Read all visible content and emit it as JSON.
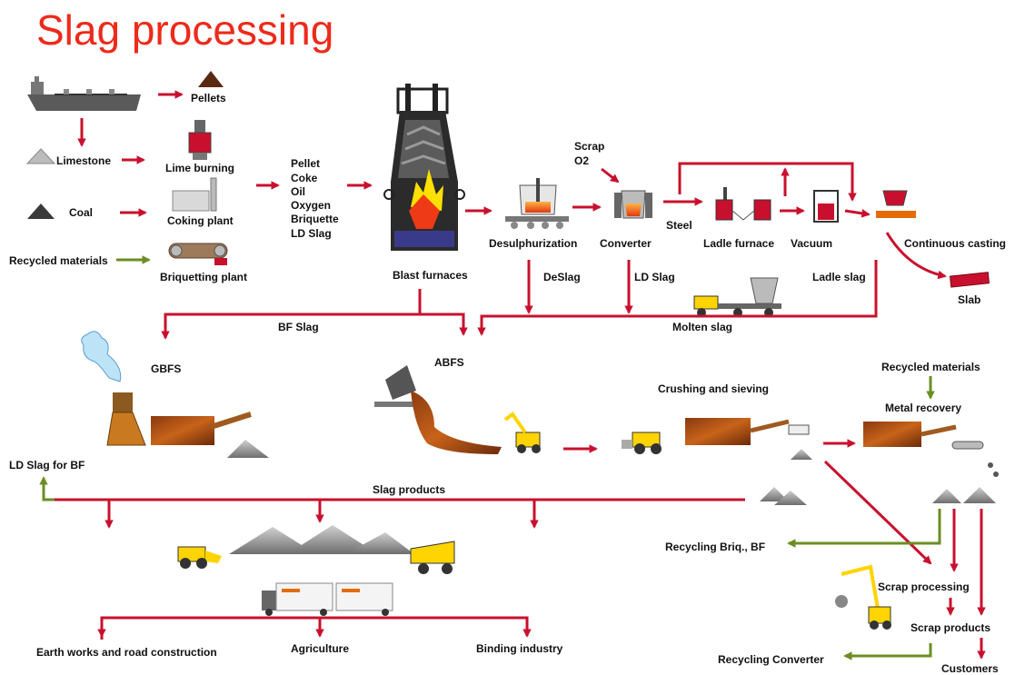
{
  "title": "Slag processing",
  "colors": {
    "red": "#c8102e",
    "olive": "#6b8e23",
    "title": "#ee2a1b"
  },
  "labels": {
    "pellets": "Pellets",
    "limestone": "Limestone",
    "lime_burning": "Lime burning",
    "coal": "Coal",
    "coking_plant": "Coking plant",
    "recycled_materials_left": "Recycled materials",
    "briquetting_plant": "Briquetting plant",
    "inputs": [
      "Pellet",
      "Coke",
      "Oil",
      "Oxygen",
      "Briquette",
      "LD Slag"
    ],
    "blast_furnaces": "Blast furnaces",
    "scrap": "Scrap",
    "o2": "O2",
    "desulphurization": "Desulphurization",
    "converter": "Converter",
    "steel": "Steel",
    "ladle_furnace": "Ladle furnace",
    "vacuum": "Vacuum",
    "continuous_casting": "Continuous casting",
    "slab": "Slab",
    "deslag": "DeSlag",
    "ld_slag": "LD Slag",
    "ladle_slag": "Ladle slag",
    "bf_slag": "BF Slag",
    "molten_slag": "Molten slag",
    "gbfs": "GBFS",
    "abfs": "ABFS",
    "crushing_sieving": "Crushing and sieving",
    "recycled_materials_right": "Recycled materials",
    "metal_recovery": "Metal recovery",
    "ld_slag_for_bf": "LD Slag for BF",
    "slag_products": "Slag products",
    "recycling_briq_bf": "Recycling Briq., BF",
    "scrap_processing": "Scrap processing",
    "scrap_products": "Scrap products",
    "earth_works": "Earth works and road construction",
    "agriculture": "Agriculture",
    "binding_industry": "Binding industry",
    "recycling_converter": "Recycling Converter",
    "customers": "Customers"
  }
}
